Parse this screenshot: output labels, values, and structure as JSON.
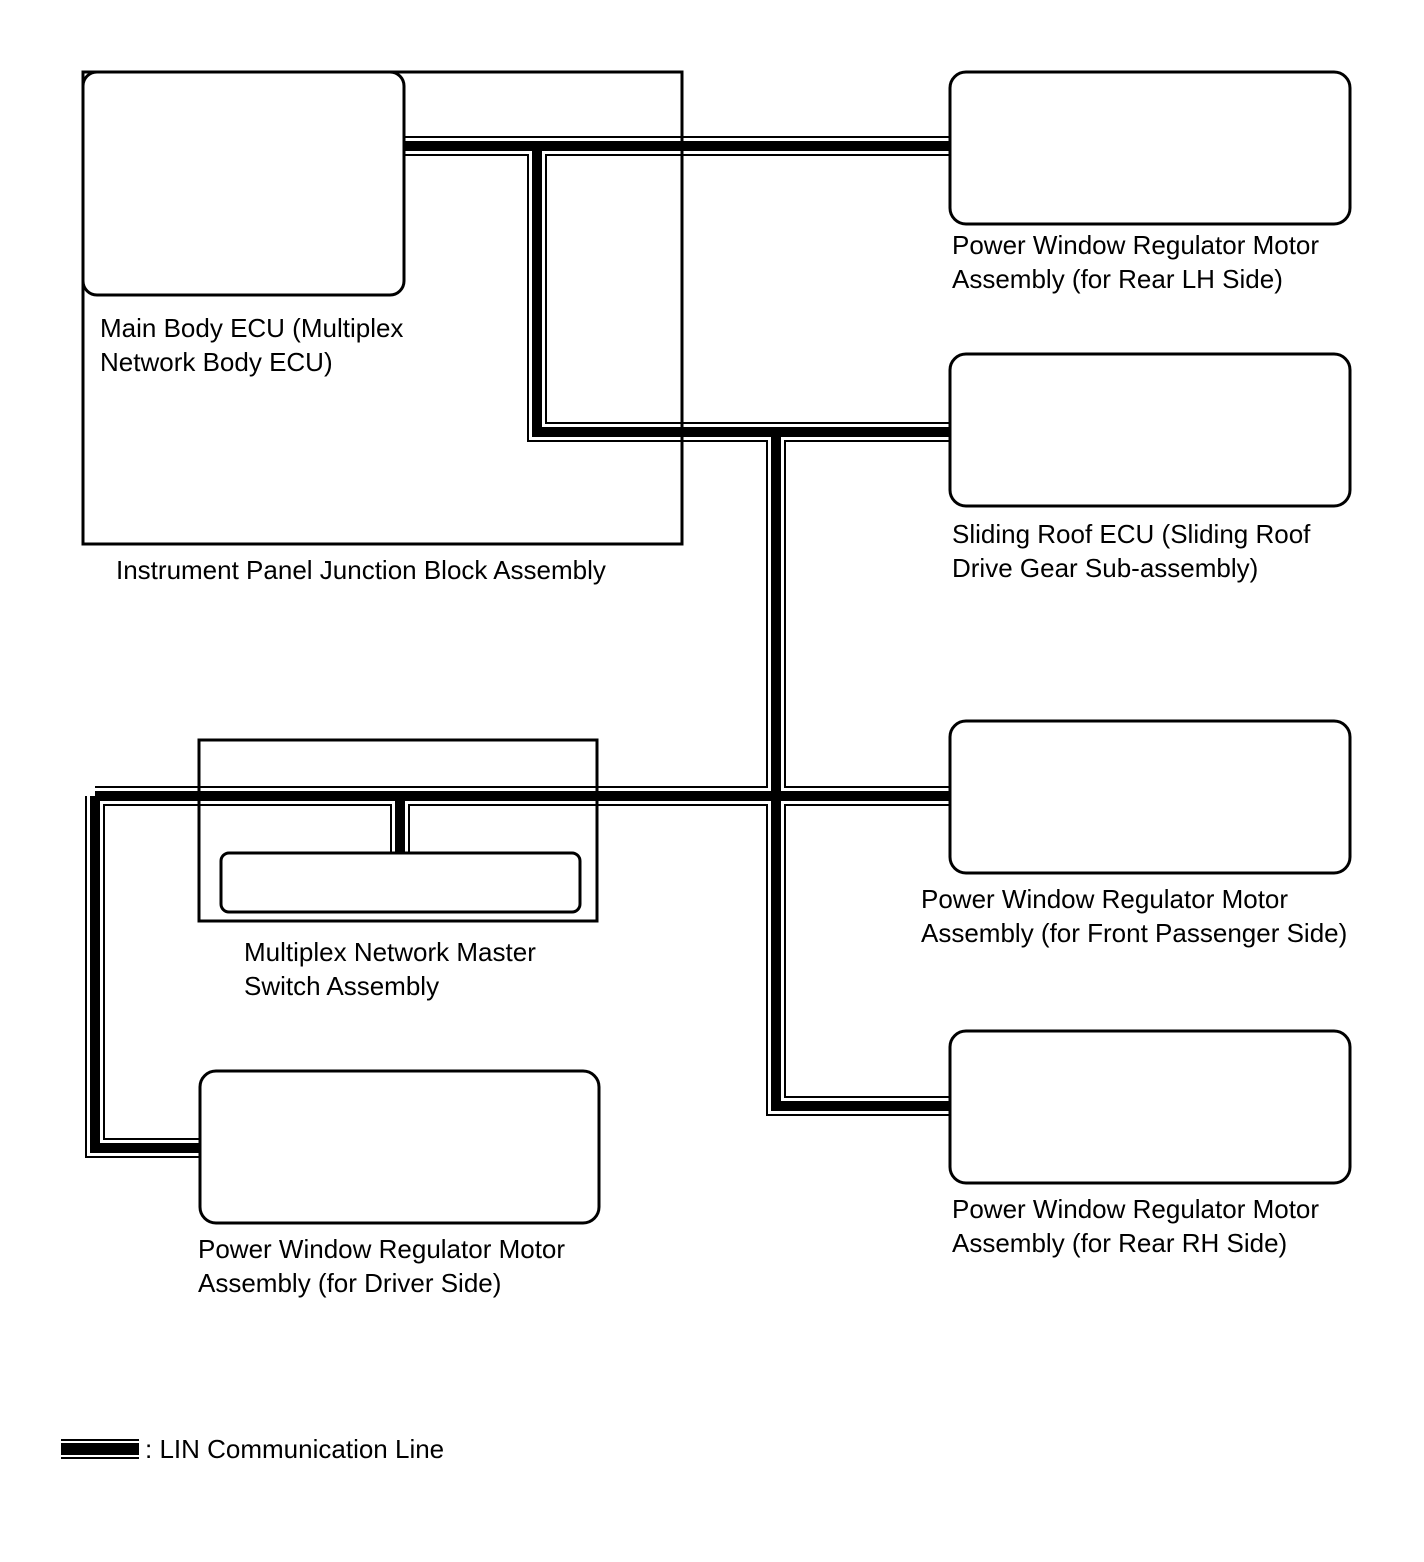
{
  "components": {
    "main_body_ecu": {
      "line1": "Main Body ECU (Multiplex",
      "line2": "Network Body ECU)"
    },
    "junction_block": {
      "label": "Instrument Panel Junction Block Assembly"
    },
    "pw_rear_lh": {
      "line1": "Power Window Regulator Motor",
      "line2": "Assembly (for Rear LH Side)"
    },
    "sliding_roof_ecu": {
      "line1": "Sliding Roof ECU (Sliding Roof",
      "line2": "Drive Gear Sub-assembly)"
    },
    "master_switch": {
      "line1": "Multiplex Network Master",
      "line2": "Switch Assembly"
    },
    "pw_front_passenger": {
      "line1": "Power Window Regulator Motor",
      "line2": "Assembly (for Front Passenger Side)"
    },
    "pw_driver": {
      "line1": "Power Window Regulator Motor",
      "line2": "Assembly (for Driver Side)"
    },
    "pw_rear_rh": {
      "line1": "Power Window Regulator Motor",
      "line2": "Assembly (for Rear RH Side)"
    }
  },
  "legend": {
    "label": ": LIN Communication Line"
  },
  "colors": {
    "line": "#000000",
    "background": "#ffffff"
  }
}
